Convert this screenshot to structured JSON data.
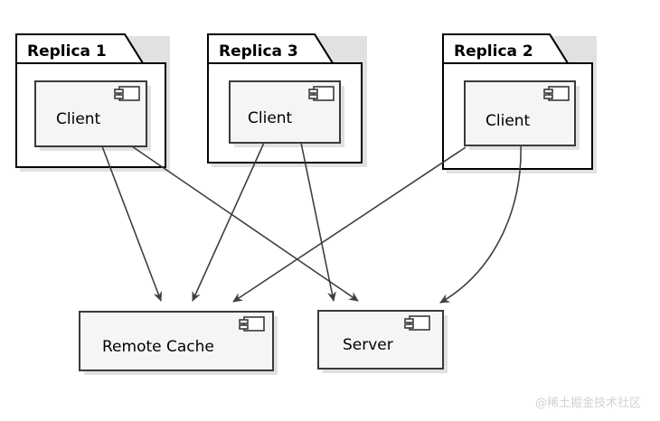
{
  "diagram": {
    "type": "uml-component-diagram",
    "background_color": "#ffffff",
    "line_color": "#3f3f3f",
    "component_fill": "#f5f5f5",
    "package_fill": "#ffffff",
    "border_color": "#000000",
    "packages": [
      {
        "id": "replica-1",
        "title": "Replica 1",
        "component": {
          "id": "client-1",
          "label": "Client",
          "icon": "component-icon"
        }
      },
      {
        "id": "replica-3",
        "title": "Replica 3",
        "component": {
          "id": "client-3",
          "label": "Client",
          "icon": "component-icon"
        }
      },
      {
        "id": "replica-2",
        "title": "Replica 2",
        "component": {
          "id": "client-2",
          "label": "Client",
          "icon": "component-icon"
        }
      }
    ],
    "components": [
      {
        "id": "remote-cache",
        "label": "Remote Cache",
        "icon": "component-icon"
      },
      {
        "id": "server",
        "label": "Server",
        "icon": "component-icon"
      }
    ],
    "edges": [
      {
        "from": "client-1",
        "to": "remote-cache",
        "style": "straight",
        "arrow": "open"
      },
      {
        "from": "client-1",
        "to": "server",
        "style": "straight",
        "arrow": "open"
      },
      {
        "from": "client-3",
        "to": "remote-cache",
        "style": "straight",
        "arrow": "open"
      },
      {
        "from": "client-3",
        "to": "server",
        "style": "straight",
        "arrow": "open"
      },
      {
        "from": "client-2",
        "to": "remote-cache",
        "style": "straight",
        "arrow": "open"
      },
      {
        "from": "client-2",
        "to": "server",
        "style": "curved",
        "arrow": "open"
      }
    ]
  },
  "watermark": {
    "text": "@稀土掘金技术社区",
    "color": "#d2d2d2"
  }
}
